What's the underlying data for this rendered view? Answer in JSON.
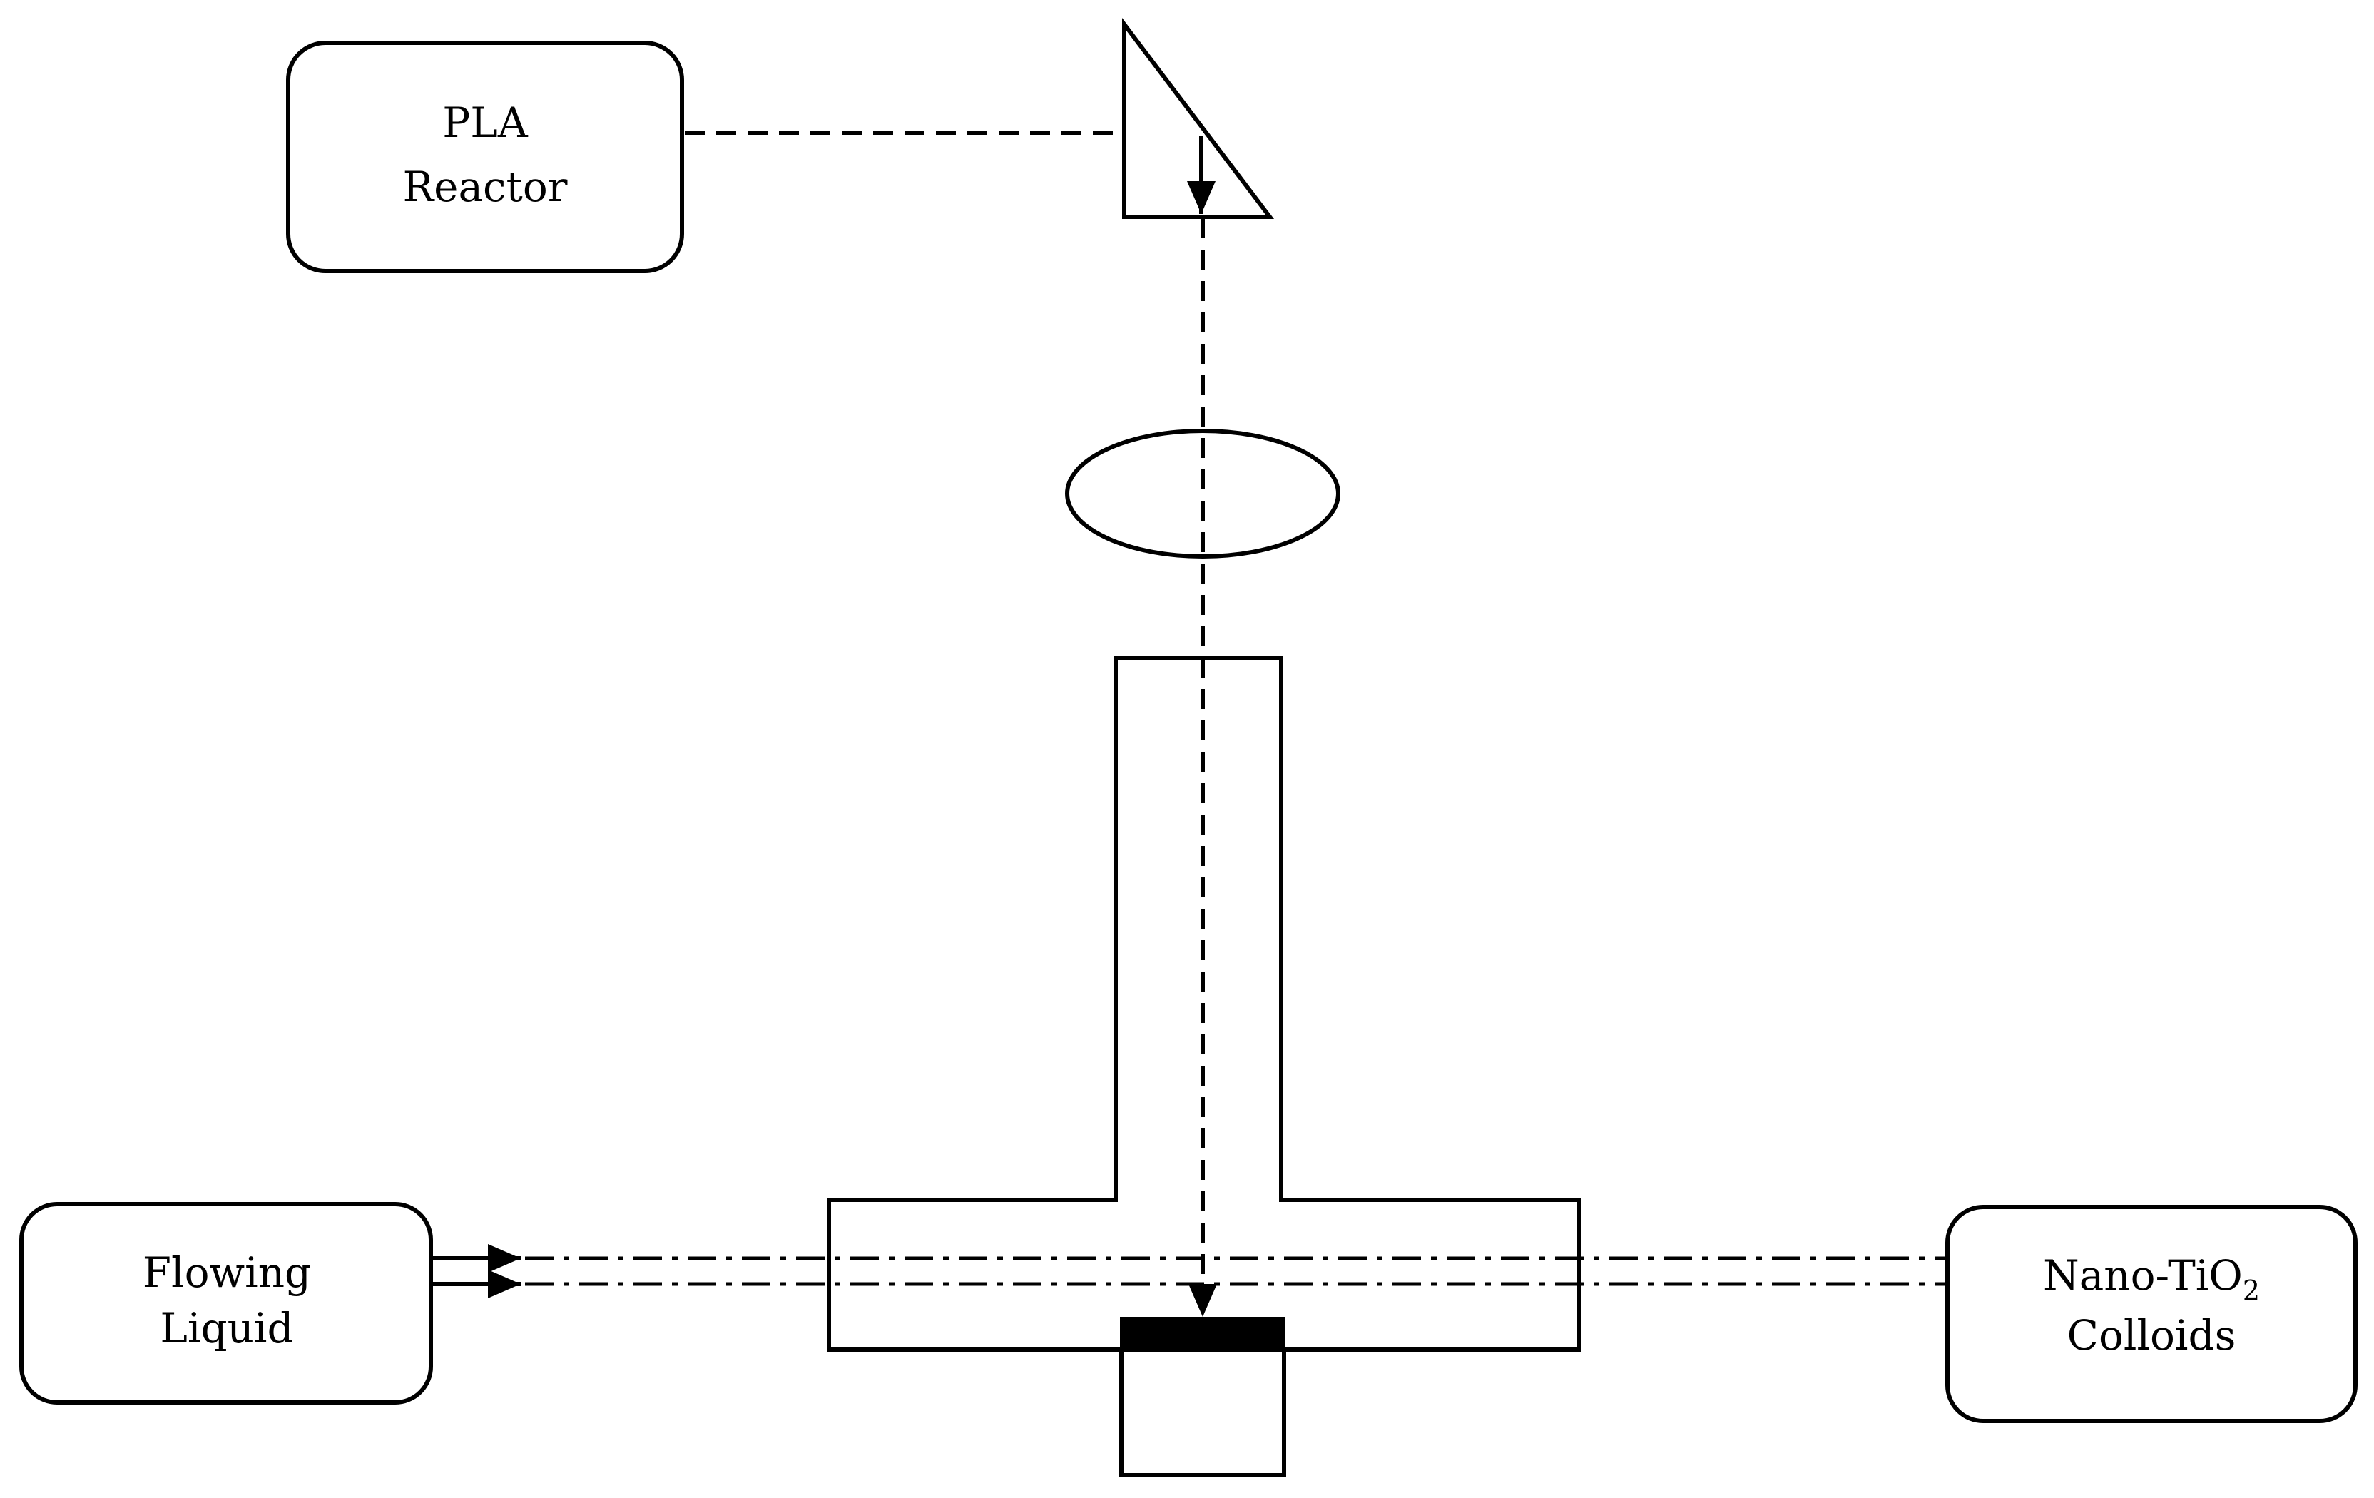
{
  "boxes": {
    "pla_reactor": {
      "line1": "PLA",
      "line2": "Reactor"
    },
    "flowing_liquid": {
      "line1": "Flowing",
      "line2": "Liquid"
    },
    "colloids": {
      "line1_main": "Nano-TiO",
      "line1_sub": "2",
      "line2": "Colloids"
    }
  },
  "colors": {
    "stroke": "#000000",
    "background": "#ffffff",
    "target_fill": "#000000"
  }
}
